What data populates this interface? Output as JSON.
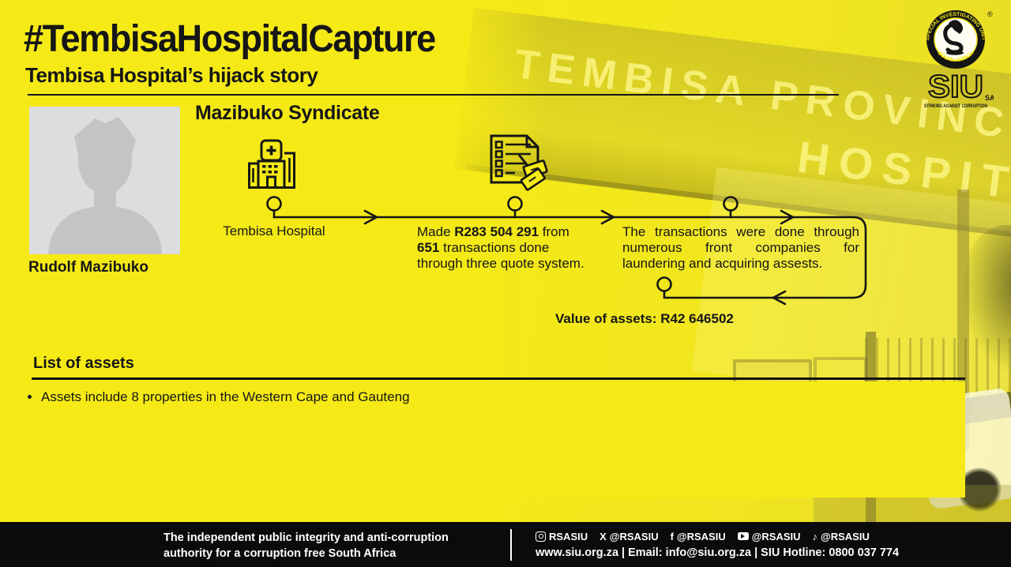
{
  "header": {
    "hashtag_title": "#TembisaHospitalCapture",
    "subtitle": "Tembisa Hospital’s hijack story"
  },
  "logo": {
    "ring_top": "SPECIAL INVESTIGATING UNIT",
    "ring_bottom": "SOUTH AFRICA",
    "registered": "®",
    "acronym": "SIU",
    "acronym_suffix": "SA",
    "tagline": "STRIKING AGAINST CORRUPTION"
  },
  "profile": {
    "name": "Rudolf Mazibuko"
  },
  "syndicate": {
    "heading": "Mazibuko Syndicate",
    "icons": {
      "step1": "hospital-building-icon",
      "step2": "quote-checklist-money-icon"
    },
    "step1_label": "Tembisa Hospital",
    "step2": {
      "pre": "Made ",
      "amount": "R283 504 291",
      "post": " from",
      "count": "651",
      "line2_rest": " transactions done",
      "line3": "through three quote system."
    },
    "step3_text": "The transactions were done through numerous front companies for laundering and acquiring assests.",
    "step4_label": "Value of assets: R42 646502"
  },
  "background": {
    "sign_line1": "TEMBISA PROVINCIAL",
    "sign_line2": "HOSPITAL"
  },
  "assets": {
    "heading": "List of assets",
    "items": [
      "Assets include 8 properties in the Western Cape and Gauteng"
    ]
  },
  "footer": {
    "tagline_line1": "The independent public integrity and anti-corruption",
    "tagline_line2": "authority for a corruption free South Africa",
    "socials": [
      {
        "icon": "instagram-icon",
        "glyph": "",
        "handle": "RSASIU"
      },
      {
        "icon": "x-icon",
        "glyph": "X",
        "handle": "@RSASIU"
      },
      {
        "icon": "facebook-icon",
        "glyph": "f",
        "handle": "@RSASIU"
      },
      {
        "icon": "youtube-icon",
        "glyph": "",
        "handle": "@RSASIU"
      },
      {
        "icon": "tiktok-icon",
        "glyph": "♪",
        "handle": "@RSASIU"
      }
    ],
    "contact_line": "www.siu.org.za | Email: info@siu.org.za | SIU Hotline: 0800 037 774"
  },
  "colors": {
    "background_yellow": "#f5ea16",
    "footer_black": "#0b0b0b",
    "text_black": "#161616",
    "placeholder_gray": "#dcdddd",
    "silhouette_gray": "#c3c5c5"
  }
}
